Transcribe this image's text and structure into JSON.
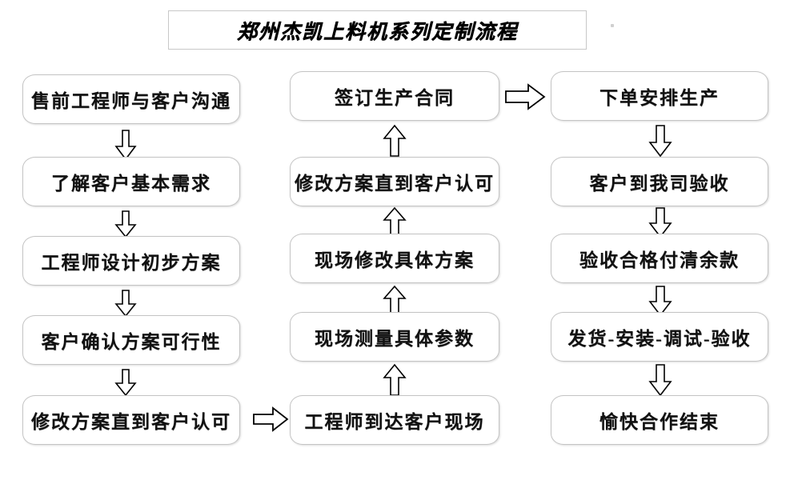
{
  "title": {
    "text": "郑州杰凯上料机系列定制流程"
  },
  "columns": {
    "left": {
      "name": "pre-sales-column",
      "nodes": [
        {
          "label": "售前工程师与客户沟通"
        },
        {
          "label": "了解客户基本需求"
        },
        {
          "label": "工程师设计初步方案"
        },
        {
          "label": "客户确认方案可行性"
        },
        {
          "label": "修改方案直到客户认可"
        }
      ]
    },
    "middle": {
      "name": "on-site-column",
      "nodes": [
        {
          "label": "签订生产合同"
        },
        {
          "label": "修改方案直到客户认可"
        },
        {
          "label": "现场修改具体方案"
        },
        {
          "label": "现场测量具体参数"
        },
        {
          "label": "工程师到达客户现场"
        }
      ]
    },
    "right": {
      "name": "production-column",
      "nodes": [
        {
          "label": "下单安排生产"
        },
        {
          "label": "客户到我司验收"
        },
        {
          "label": "验收合格付清余款"
        },
        {
          "label": "发货-安装-调试-验收"
        },
        {
          "label": "愉快合作结束"
        }
      ]
    }
  },
  "connectors": {
    "left_down_1": {
      "icon": "arrow-down-icon",
      "direction": "down"
    },
    "left_down_2": {
      "icon": "arrow-down-icon",
      "direction": "down"
    },
    "left_down_3": {
      "icon": "arrow-down-icon",
      "direction": "down"
    },
    "left_down_4": {
      "icon": "arrow-down-icon",
      "direction": "down"
    },
    "left_to_middle": {
      "icon": "arrow-right-icon",
      "direction": "right"
    },
    "middle_up_1": {
      "icon": "arrow-up-icon",
      "direction": "up"
    },
    "middle_up_2": {
      "icon": "arrow-up-icon",
      "direction": "up"
    },
    "middle_up_3": {
      "icon": "arrow-up-icon",
      "direction": "up"
    },
    "middle_up_4": {
      "icon": "arrow-up-icon",
      "direction": "up"
    },
    "middle_to_right": {
      "icon": "arrow-right-icon",
      "direction": "right"
    },
    "right_down_1": {
      "icon": "arrow-down-icon",
      "direction": "down"
    },
    "right_down_2": {
      "icon": "arrow-down-icon",
      "direction": "down"
    },
    "right_down_3": {
      "icon": "arrow-down-icon",
      "direction": "down"
    },
    "right_down_4": {
      "icon": "arrow-down-icon",
      "direction": "down"
    }
  },
  "colors": {
    "box_border": "#c4c4c4",
    "title_border": "#c8c8c8",
    "arrow_stroke": "#000000",
    "text": "#111111",
    "background": "#ffffff"
  }
}
